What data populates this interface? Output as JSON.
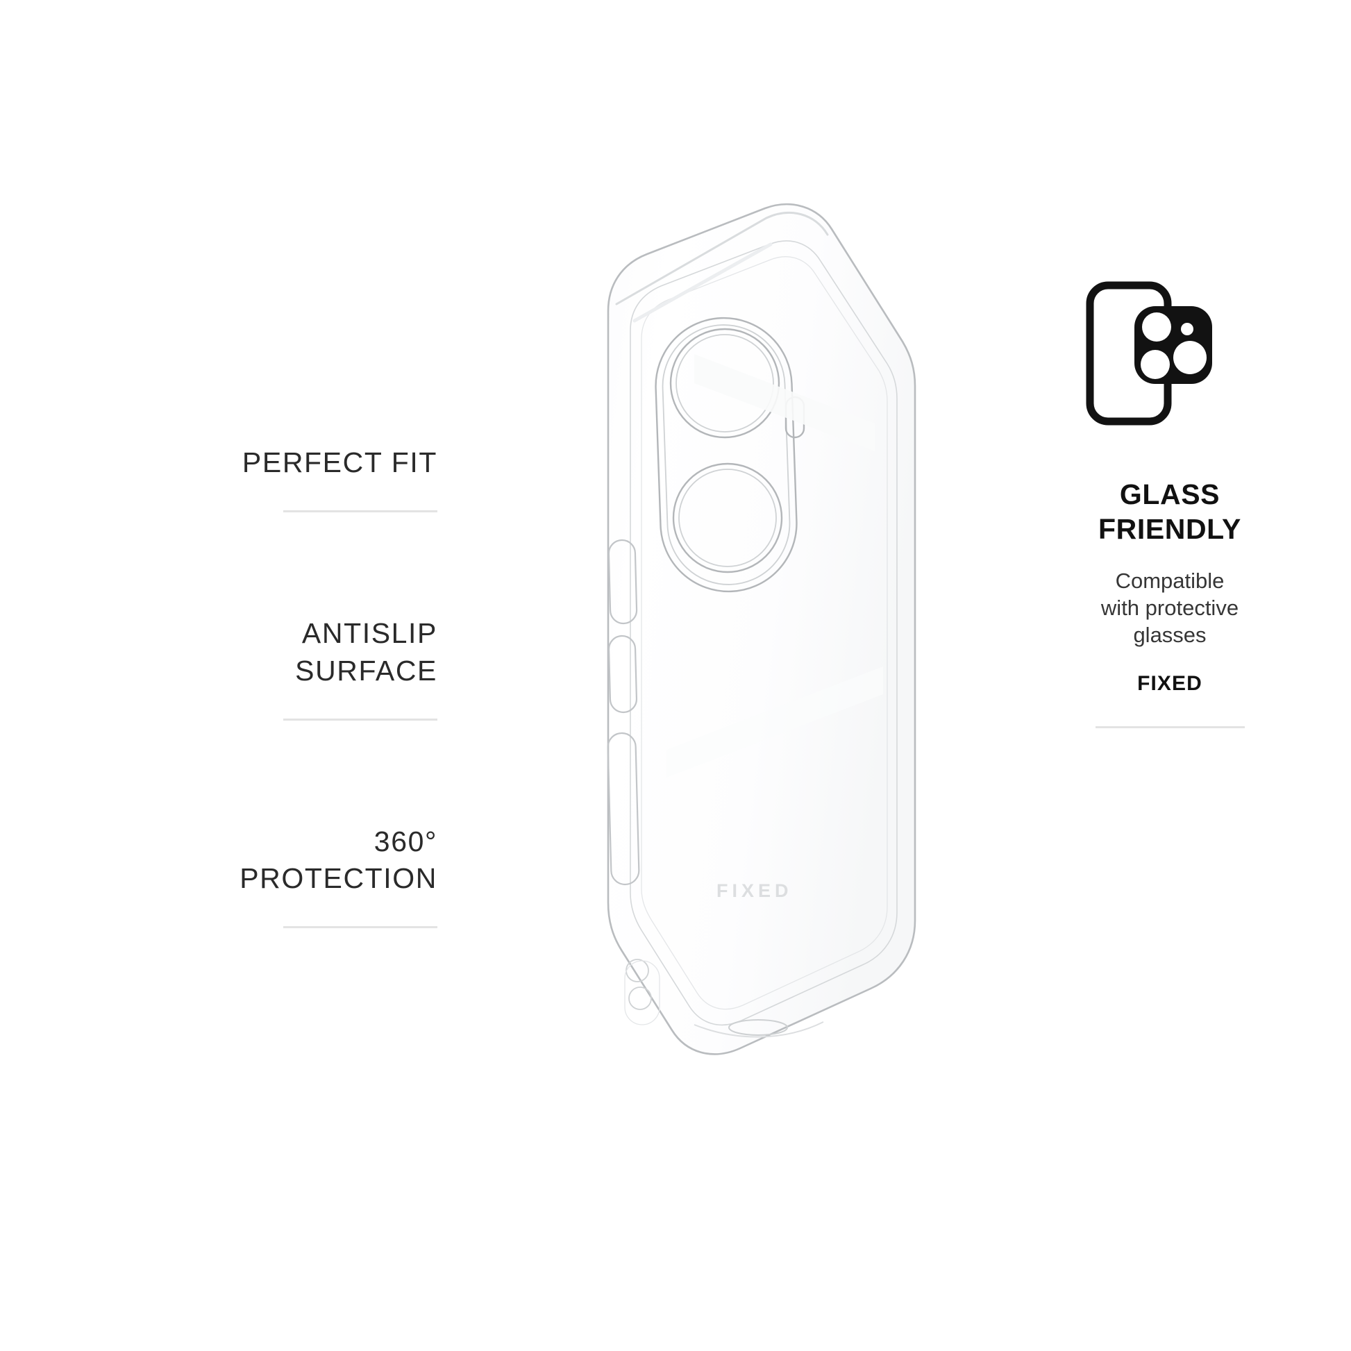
{
  "page": {
    "background_color": "#ffffff",
    "accent_color": "#111111",
    "rule_color": "#e3e3e3"
  },
  "left_features": [
    {
      "label": "PERFECT FIT"
    },
    {
      "label": "ANTISLIP\nSURFACE"
    },
    {
      "label": "360° PROTECTION"
    }
  ],
  "right_panel": {
    "icon_name": "phone-camera-lens-icon",
    "title": "GLASS\nFRIENDLY",
    "description": "Compatible\nwith protective\nglasses",
    "brand": "FIXED"
  },
  "product": {
    "name": "clear-tpu-phone-case",
    "brandmark": "FIXED",
    "cutouts": [
      "camera-module-cutout",
      "flash-cutout",
      "volume-up-button-cutout",
      "volume-down-button-cutout",
      "power-button-cutout",
      "bottom-port-cutout"
    ]
  }
}
